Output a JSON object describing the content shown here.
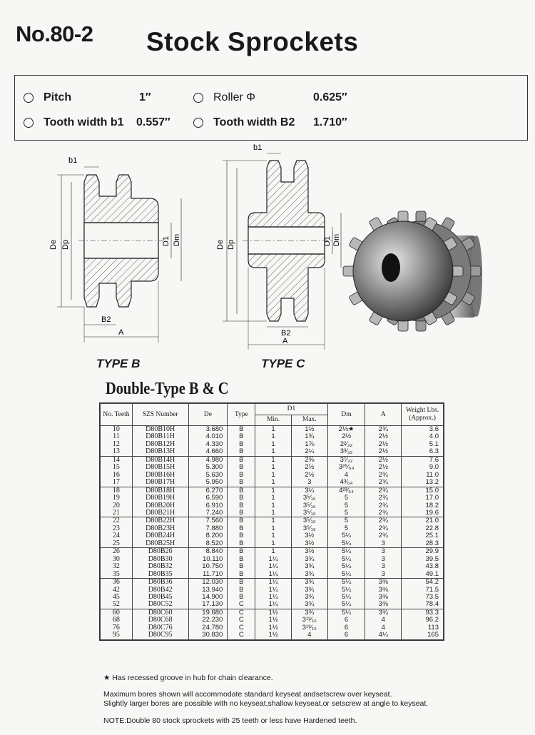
{
  "header": {
    "model": "No.80-2",
    "title": "Stock Sprockets"
  },
  "specs": [
    {
      "label": "Pitch",
      "value": "1″"
    },
    {
      "label": "Roller Φ",
      "value": "0.625″"
    },
    {
      "label": "Tooth width b1",
      "value": "0.557″"
    },
    {
      "label": "Tooth width B2",
      "value": "1.710″"
    }
  ],
  "drawing_labels": {
    "b1": "b1",
    "de": "De",
    "dp": "Dp",
    "d1": "D1",
    "dm": "Dm",
    "b2": "B2",
    "a": "A",
    "type_b": "TYPE B",
    "type_c": "TYPE C"
  },
  "table": {
    "heading": "Double-Type B & C",
    "headers": {
      "teeth": "No. Teeth",
      "number": "SZS Number",
      "de": "De",
      "type": "Type",
      "d1": "D1",
      "min": "Min.",
      "max": "Max.",
      "dm": "Dm",
      "a": "A",
      "weight": "Weight Lbs. (Approx.)"
    },
    "groups": [
      [
        [
          "10",
          "D80B10H",
          "3.680",
          "B",
          "1",
          "1½",
          "2⅓★",
          "2¾",
          "3.6"
        ],
        [
          "11",
          "D80B11H",
          "4.010",
          "B",
          "1",
          "1¾",
          "2½",
          "2½",
          "4.0"
        ],
        [
          "12",
          "D80B12H",
          "4.330",
          "B",
          "1",
          "1⅞",
          "2²⁄₃₂",
          "2½",
          "5.1"
        ],
        [
          "13",
          "D80B13H",
          "4.660",
          "B",
          "1",
          "2¼",
          "3³⁄₃₂",
          "2½",
          "6.3"
        ]
      ],
      [
        [
          "14",
          "D80B14H",
          "4.980",
          "B",
          "1",
          "2⅜",
          "3⁷⁄₃₂",
          "2½",
          "7.6"
        ],
        [
          "15",
          "D80B15H",
          "5.300",
          "B",
          "1",
          "2½",
          "3²⁵⁄₆₄",
          "2½",
          "9.0"
        ],
        [
          "16",
          "D80B16H",
          "5.630",
          "B",
          "1",
          "2½",
          "4",
          "2¾",
          "11.0"
        ],
        [
          "17",
          "D80B17H",
          "5.950",
          "B",
          "1",
          "3",
          "4³⁄₆₄",
          "2¾",
          "13.2"
        ]
      ],
      [
        [
          "18",
          "D80B18H",
          "6.270",
          "B",
          "1",
          "3¼",
          "4²³⁄₆₄",
          "2¾",
          "15.0"
        ],
        [
          "19",
          "D80B19H",
          "6.590",
          "B",
          "1",
          "3⁵⁄₁₆",
          "5",
          "2¾",
          "17.0"
        ],
        [
          "20",
          "D80B20H",
          "6.910",
          "B",
          "1",
          "3⁵⁄₁₆",
          "5",
          "2¾",
          "18.2"
        ],
        [
          "21",
          "D80B21H",
          "7.240",
          "B",
          "1",
          "3⁵⁄₁₆",
          "5",
          "2¾",
          "19.6"
        ]
      ],
      [
        [
          "22",
          "D80B22H",
          "7.560",
          "B",
          "1",
          "3⁵⁄₁₆",
          "5",
          "2¾",
          "21.0"
        ],
        [
          "23",
          "D80B23H",
          "7.880",
          "B",
          "1",
          "3⁵⁄₁₆",
          "5",
          "2¾",
          "22.8"
        ],
        [
          "24",
          "D80B24H",
          "8.200",
          "B",
          "1",
          "3½",
          "5¼",
          "2¾",
          "25.1"
        ],
        [
          "25",
          "D80B25H",
          "8.520",
          "B",
          "1",
          "3½",
          "5¼",
          "3",
          "28.3"
        ]
      ],
      [
        [
          "26",
          "D80B26",
          "8.840",
          "B",
          "1",
          "3½",
          "5¼",
          "3",
          "29.9"
        ],
        [
          "30",
          "D80B30",
          "10.110",
          "B",
          "1¼",
          "3¾",
          "5¼",
          "3",
          "39.5"
        ],
        [
          "32",
          "D80B32",
          "10.750",
          "B",
          "1¼",
          "3¾",
          "5¼",
          "3",
          "43.8"
        ],
        [
          "35",
          "D80B35",
          "11.710",
          "B",
          "1¼",
          "3¾",
          "5¼",
          "3",
          "49.1"
        ]
      ],
      [
        [
          "36",
          "D80B36",
          "12.030",
          "B",
          "1¼",
          "3¾",
          "5¼",
          "3⅜",
          "54.2"
        ],
        [
          "42",
          "D80B42",
          "13.940",
          "B",
          "1¼",
          "3¾",
          "5¼",
          "3⅜",
          "71.5"
        ],
        [
          "45",
          "D80B45",
          "14.900",
          "B",
          "1¼",
          "3¾",
          "5¼",
          "3⅜",
          "73.5"
        ],
        [
          "52",
          "D80C52",
          "17.130",
          "C",
          "1¼",
          "3¾",
          "5¼",
          "3⅜",
          "78.4"
        ]
      ],
      [
        [
          "60",
          "D80C60",
          "19.680",
          "C",
          "1½",
          "3¾",
          "5¼",
          "3¾",
          "93.3"
        ],
        [
          "68",
          "D80C68",
          "22.230",
          "C",
          "1½",
          "3¹³⁄₁₆",
          "6",
          "4",
          "96.2"
        ],
        [
          "76",
          "D80C76",
          "24.780",
          "C",
          "1½",
          "3¹³⁄₁₆",
          "6",
          "4",
          "113"
        ],
        [
          "95",
          "D80C95",
          "30.830",
          "C",
          "1½",
          "4",
          "6",
          "4¼",
          "165"
        ]
      ]
    ]
  },
  "notes": {
    "star": "★ Has recessed groove in hub for chain clearance.",
    "bore1": "Maximum bores shown will accommodate standard keyseat andsetscrew over keyseat.",
    "bore2": "Slightly larger bores are possible with no keyseat,shallow keyseat,or setscrew at angle to keyseat.",
    "hardened": "NOTE:Double 80 stock sprockets with 25 teeth or less have Hardened teeth."
  }
}
